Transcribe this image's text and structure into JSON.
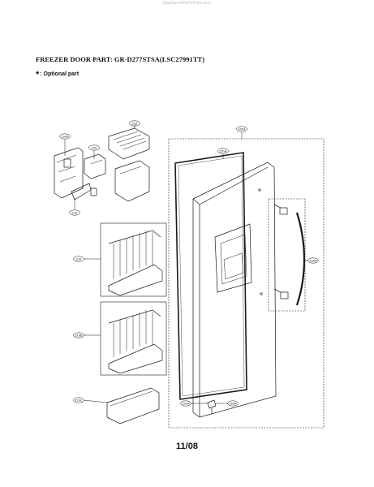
{
  "watermark": "AppliancePartsPros.com",
  "title": "FREEZER DOOR PART: GR-D277STSA(LSC27991TT)",
  "optional_note": {
    "symbol": "*",
    "label": ": Optional part"
  },
  "page_number": "11/08",
  "callouts": {
    "c212": "212",
    "c200a": "200A",
    "c200a_icemaker": "200A",
    "c200a_assy": "200A",
    "c220": "220",
    "c231a": "231A",
    "c219": "219",
    "c210": "210",
    "c210b": "210B",
    "c210c": "210C",
    "c201a": "201A",
    "c203a": "203A"
  },
  "line_color": "#1a1a1a"
}
